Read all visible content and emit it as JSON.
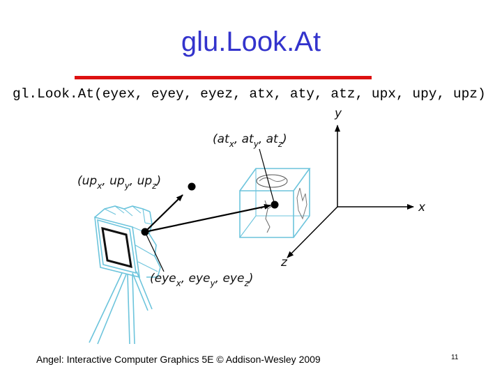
{
  "title": "glu.Look.At",
  "signature": "gl.Look.At(eyex, eyey, eyez, atx, aty, atz, upx, upy, upz)",
  "diagram": {
    "axis_y": "y",
    "axis_x": "x",
    "axis_z": "z",
    "at_label": "(at",
    "at_x_sub": "x",
    "at_y_mid": ", at",
    "at_y_sub": "y",
    "at_z_mid": ", at",
    "at_z_sub": "z",
    "at_close": ")",
    "up_label": "(up",
    "up_x_sub": "x",
    "up_y_mid": ", up",
    "up_y_sub": "y",
    "up_z_mid": ", up",
    "up_z_sub": "z",
    "up_close": ")",
    "eye_label": "(eye",
    "eye_x_sub": "x",
    "eye_y_mid": ", eye",
    "eye_y_sub": "y",
    "eye_z_mid": ", eye",
    "eye_z_sub": "z",
    "eye_close": ")"
  },
  "footer": "Angel: Interactive Computer Graphics 5E © Addison-Wesley 2009",
  "page_number": "11"
}
